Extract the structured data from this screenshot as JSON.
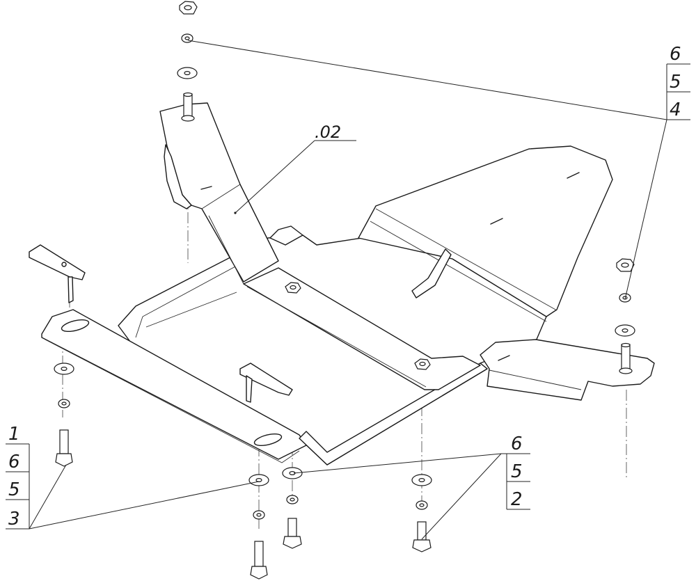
{
  "drawing": {
    "part_label": ".02",
    "callout_top_right": [
      "6",
      "5",
      "4"
    ],
    "callout_bottom_left": [
      "1",
      "6",
      "5",
      "3"
    ],
    "callout_bottom_right": [
      "6",
      "5",
      "2"
    ]
  },
  "colors": {
    "line": "#1a1a1a",
    "background": "#ffffff"
  },
  "icons": [
    "nut-icon",
    "washer-icon",
    "bolt-icon",
    "stud-icon",
    "bracket-icon"
  ]
}
